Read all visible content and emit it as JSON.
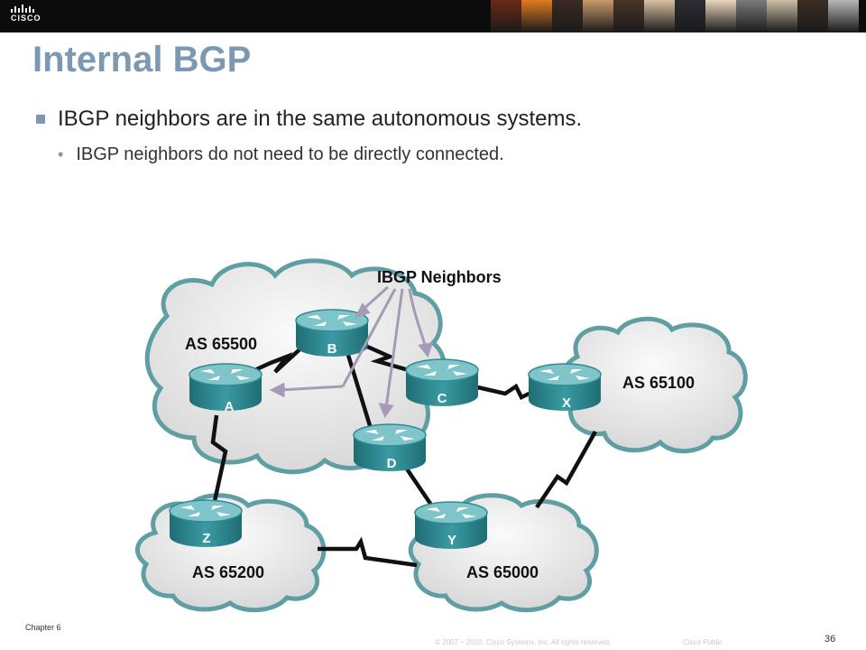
{
  "header": {
    "logo_text": "CISCO",
    "photo_colors": [
      "#6b2a14",
      "#e07a20",
      "#3a2a24",
      "#c99a6a",
      "#4a3428",
      "#d8c0a0",
      "#2c2c34",
      "#e8d6bc",
      "#7a7a7a",
      "#cbbfa6",
      "#3c2c24",
      "#b8b8b8"
    ]
  },
  "slide": {
    "title": "Internal BGP",
    "bullet_1": "IBGP neighbors are in the same autonomous systems.",
    "bullet_2": "IBGP neighbors do not need to be directly connected."
  },
  "diagram": {
    "callout_label": "IBGP Neighbors",
    "as_labels": {
      "as65500": "AS 65500",
      "as65100": "AS 65100",
      "as65200": "AS 65200",
      "as65000": "AS 65000"
    },
    "routers": {
      "A": "A",
      "B": "B",
      "C": "C",
      "D": "D",
      "X": "X",
      "Y": "Y",
      "Z": "Z"
    },
    "colors": {
      "router_teal": "#2f8b94",
      "router_top": "#7fc4c8",
      "cloud_fill": "#e6e6e6",
      "cloud_edge": "#5f9ea2",
      "arrow": "#a59bb5",
      "link": "#111111"
    }
  },
  "footer": {
    "chapter": "Chapter 6",
    "copyright": "© 2007 – 2010, Cisco Systems, Inc. All rights reserved.",
    "classification": "Cisco Public",
    "page_number": "36"
  }
}
